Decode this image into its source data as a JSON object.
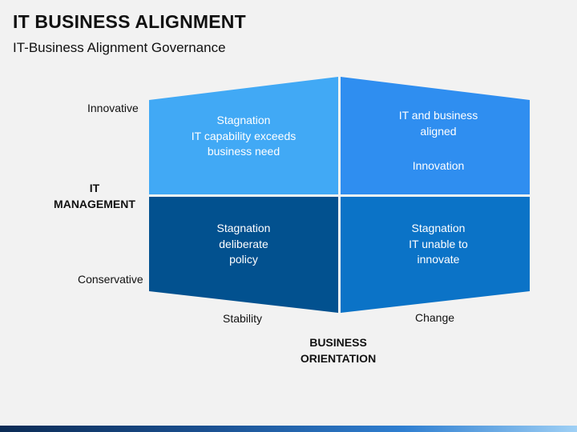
{
  "header": {
    "title": "IT BUSINESS ALIGNMENT",
    "subtitle": "IT-Business Alignment Governance"
  },
  "quadrants": {
    "top_left": {
      "lines": [
        "Stagnation",
        "IT capability exceeds",
        "business need"
      ],
      "color": "#41a9f5"
    },
    "top_right": {
      "lines": [
        "IT and business",
        "aligned"
      ],
      "extra": "Innovation",
      "color": "#2f8ef0"
    },
    "bottom_left": {
      "lines": [
        "Stagnation",
        "deliberate",
        "policy"
      ],
      "color": "#02518f"
    },
    "bottom_right": {
      "lines": [
        "Stagnation",
        "IT unable to",
        "innovate"
      ],
      "color": "#0b73c7"
    }
  },
  "y_axis": {
    "top": "Innovative",
    "bottom": "Conservative",
    "title_lines": [
      "IT",
      "MANAGEMENT"
    ]
  },
  "x_axis": {
    "left": "Stability",
    "right": "Change",
    "title_lines": [
      "BUSINESS",
      "ORIENTATION"
    ]
  }
}
